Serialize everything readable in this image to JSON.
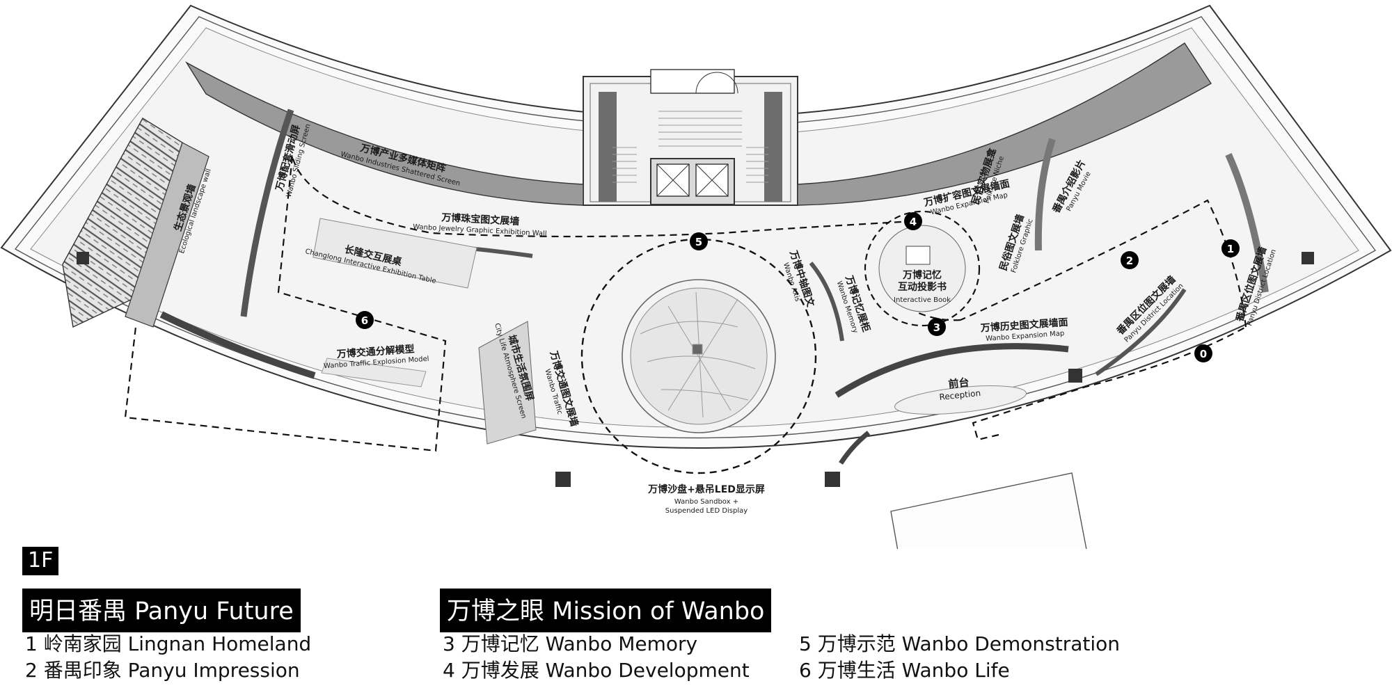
{
  "floor": "1F",
  "sections": [
    {
      "title": "明日番禺 Panyu Future",
      "items": [
        "1 岭南家园 Lingnan Homeland",
        "2 番禺印象 Panyu Impression"
      ]
    },
    {
      "title": "万博之眼 Mission of Wanbo",
      "items": [
        "3 万博记忆 Wanbo Memory",
        "4 万博发展 Wanbo Development"
      ]
    },
    {
      "title": "",
      "items": [
        "5 万博示范 Wanbo Demonstration",
        "6 万博生活 Wanbo Life"
      ]
    }
  ],
  "route_markers": [
    "0",
    "1",
    "2",
    "3",
    "4",
    "5",
    "6"
  ],
  "labels": {
    "ecological_zh": "生态景观墙",
    "ecological_en": "Ecological landscape wall",
    "sliding_zh": "万博配套滑动屏",
    "sliding_en": "Wanbo Sliding Screen",
    "industries_zh": "万博产业多媒体矩阵",
    "industries_en": "Wanbo Industries Shattered Screen",
    "jewelry_zh": "万博珠宝图文展墙",
    "jewelry_en": "Wanbo Jewelry Graphic Exhibition Wall",
    "changlong_zh": "长隆交互展桌",
    "changlong_en": "Changlong Interactive Exhibition Table",
    "traffic_model_zh": "万博交通分解模型",
    "traffic_model_en": "Wanbo Traffic Explosion Model",
    "city_life_zh": "城市生活氛围屏",
    "city_life_en": "City Life Atmosphere Screen",
    "traffic_wall_zh": "万博交通图文展墙",
    "traffic_wall_en": "Wanbo Traffic",
    "sandbox_zh": "万博沙盘+悬吊LED显示屏",
    "sandbox_en1": "Wanbo Sandbox +",
    "sandbox_en2": "Suspended LED Display",
    "axis_zh": "万博中轴图文",
    "axis_en": "Wanbo Axis",
    "memory_wall_zh": "万博记忆展柜",
    "memory_wall_en": "Wanbo Memory",
    "book_zh1": "万博记忆",
    "book_zh2": "互动投影书",
    "book_en": "Interactive Book",
    "expansion_zh": "万博扩容图文展墙面",
    "expansion_en": "Wanbo Expansion Map",
    "history_zh": "万博历史图文展墙面",
    "history_en": "Wanbo Expansion Map",
    "reception_zh": "前台",
    "reception_en": "Reception",
    "folklore_niche_zh": "民俗实物展龛",
    "folklore_niche_en": "Folklore Niche",
    "folklore_graphic_zh": "民俗图文展墙",
    "folklore_graphic_en": "Folklore Graphic",
    "movie_zh": "番禺介绍影片",
    "movie_en": "Panyu Movie",
    "district_zh": "番禺区位图文展墙",
    "district_en": "Panyu District Location",
    "district2_zh": "番禺区位图文展墙",
    "district2_en": "Panyu District Location"
  }
}
